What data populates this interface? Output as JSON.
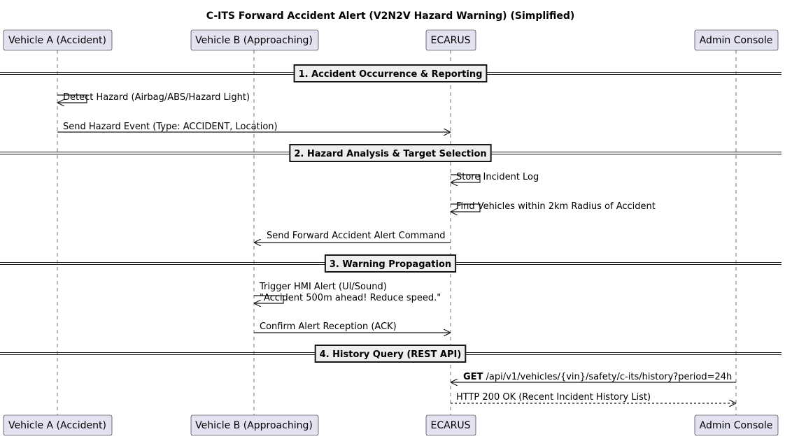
{
  "title": "C-ITS Forward Accident Alert (V2N2V Hazard Warning) (Simplified)",
  "colors": {
    "participant_fill": "#e2e2f0",
    "participant_border": "#181818",
    "lifeline": "#181818",
    "arrow": "#181818",
    "section_fill": "#eeeeee"
  },
  "participants": [
    {
      "id": "A",
      "label": "Vehicle A (Accident)"
    },
    {
      "id": "B",
      "label": "Vehicle B (Approaching)"
    },
    {
      "id": "E",
      "label": "ECARUS"
    },
    {
      "id": "C",
      "label": "Admin Console"
    }
  ],
  "sections": [
    {
      "label": "1. Accident Occurrence & Reporting"
    },
    {
      "label": "2. Hazard Analysis & Target Selection"
    },
    {
      "label": "3. Warning Propagation"
    },
    {
      "label": "4. History Query (REST API)"
    }
  ],
  "messages": [
    {
      "from": "A",
      "to": "A",
      "lines": [
        "Detect Hazard (Airbag/ABS/Hazard Light)"
      ],
      "style": "solid"
    },
    {
      "from": "A",
      "to": "E",
      "lines": [
        "Send Hazard Event (Type: ACCIDENT, Location)"
      ],
      "style": "solid"
    },
    {
      "from": "E",
      "to": "E",
      "lines": [
        "Store Incident Log"
      ],
      "style": "solid"
    },
    {
      "from": "E",
      "to": "E",
      "lines": [
        "Find Vehicles within 2km Radius of Accident"
      ],
      "style": "solid"
    },
    {
      "from": "E",
      "to": "B",
      "lines": [
        "Send Forward Accident Alert Command"
      ],
      "style": "solid"
    },
    {
      "from": "B",
      "to": "B",
      "lines": [
        "Trigger HMI Alert (UI/Sound)",
        "\"Accident 500m ahead! Reduce speed.\""
      ],
      "style": "solid"
    },
    {
      "from": "B",
      "to": "E",
      "lines": [
        "Confirm Alert Reception (ACK)"
      ],
      "style": "solid"
    },
    {
      "from": "C",
      "to": "E",
      "bold_prefix": "GET",
      "lines": [
        " /api/v1/vehicles/{vin}/safety/c-its/history?period=24h"
      ],
      "style": "solid"
    },
    {
      "from": "E",
      "to": "C",
      "lines": [
        "HTTP 200 OK (Recent Incident History List)"
      ],
      "style": "dashed"
    }
  ]
}
